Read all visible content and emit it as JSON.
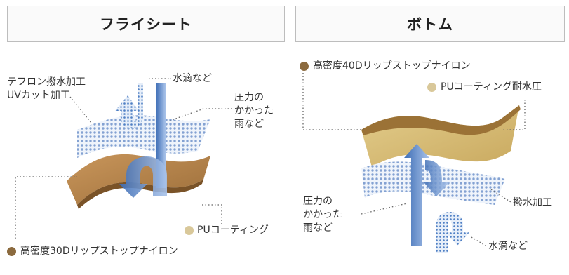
{
  "fly_sheet": {
    "title": "フライシート",
    "labels": {
      "teflon": "テフロン撥水加工",
      "uv": "UVカット加工",
      "water_drops": "水滴など",
      "pressure_1": "圧力の",
      "pressure_2": "かかった",
      "pressure_3": "雨など",
      "pu": "PUコーティング",
      "nylon": "高密度30Dリップストップナイロン"
    }
  },
  "bottom": {
    "title": "ボトム",
    "labels": {
      "nylon": "高密度40Dリップストップナイロン",
      "pu": "PUコーティング耐水圧",
      "pressure_1": "圧力の",
      "pressure_2": "かかった",
      "pressure_3": "雨など",
      "repellent": "撥水加工",
      "water_drops": "水滴など"
    }
  },
  "colors": {
    "nylon_fly": "#b88a52",
    "nylon_bottom": "#d9c07a",
    "pu_dot": "#d9c89a",
    "nylon_dot": "#8b6a3e",
    "mesh": "#7d9dd0",
    "arrow": "#4f7fc4"
  }
}
